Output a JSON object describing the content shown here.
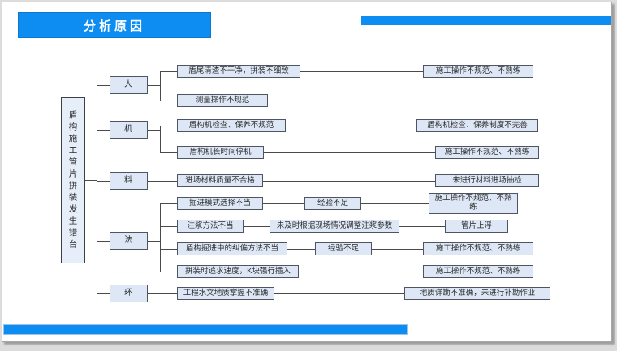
{
  "slide": {
    "title": "分析原因",
    "accent_color": "#0d8cf2",
    "box_fill_color": "#dde7f5"
  },
  "root": {
    "text": "盾构施工管片拼装发生错台"
  },
  "branches": [
    {
      "category": "人",
      "rows": [
        {
          "cause": "盾尾清渣不干净，拼装不细致",
          "result": "施工操作不规范、不熟练"
        },
        {
          "cause": "测量操作不规范"
        }
      ]
    },
    {
      "category": "机",
      "rows": [
        {
          "cause": "盾构机检查、保养不规范",
          "result": "盾构机检查、保养制度不完善"
        },
        {
          "cause": "盾构机长时间停机",
          "result": "施工操作不规范、不熟练"
        }
      ]
    },
    {
      "category": "料",
      "rows": [
        {
          "cause": "进场材料质量不合格",
          "result": "未进行材料进场抽检"
        }
      ]
    },
    {
      "category": "法",
      "rows": [
        {
          "cause": "掘进模式选择不当",
          "mid": "经验不足",
          "result": "施工操作不规范、不熟练"
        },
        {
          "cause": "注浆方法不当",
          "mid": "未及时根据现场情况调整注浆参数",
          "result": "管片上浮"
        },
        {
          "cause": "盾构掘进中的纠偏方法不当",
          "mid": "经验不足",
          "result": "施工操作不规范、不熟练"
        },
        {
          "cause": "拼装时追求速度，K块强行插入",
          "result": "施工操作不规范、不熟练"
        }
      ]
    },
    {
      "category": "环",
      "rows": [
        {
          "cause": "工程水文地质掌握不准确",
          "result": "地质详勘不准确，未进行补勘作业"
        }
      ]
    }
  ]
}
